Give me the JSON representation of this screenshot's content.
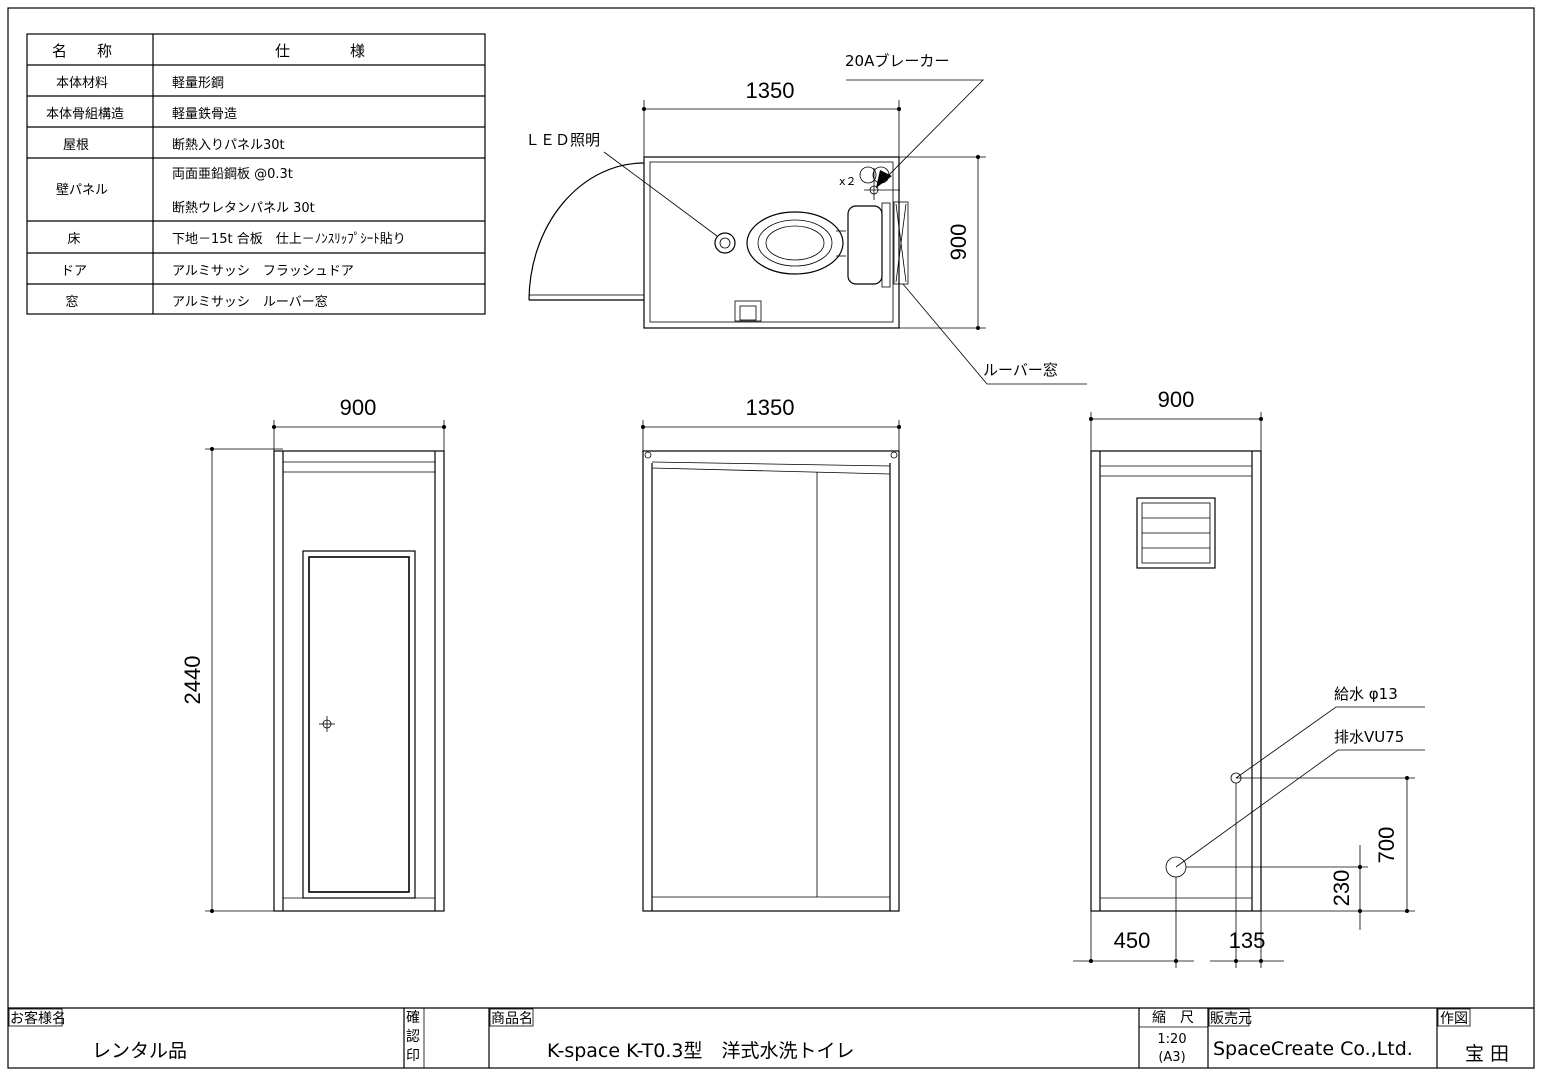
{
  "spec_table": {
    "header_name": "名　　称",
    "header_spec": "仕　　　　様",
    "rows": [
      {
        "name": "本体材料",
        "spec": [
          "軽量形鋼"
        ]
      },
      {
        "name": "本体骨組構造",
        "spec": [
          "軽量鉄骨造"
        ]
      },
      {
        "name": "屋根",
        "spec": [
          "断熱入りパネル30t"
        ]
      },
      {
        "name": "壁パネル",
        "spec": [
          "両面亜鉛鋼板 @0.3t",
          "断熱ウレタンパネル 30t"
        ]
      },
      {
        "name": "床",
        "spec": [
          "下地－15t 合板　仕上－ﾉﾝｽﾘｯﾌﾟｼｰﾄ貼り"
        ]
      },
      {
        "name": "ドア",
        "spec": [
          "アルミサッシ　フラッシュドア"
        ]
      },
      {
        "name": "窓",
        "spec": [
          "アルミサッシ　ルーバー窓"
        ]
      }
    ]
  },
  "plan": {
    "width_dim": "1350",
    "depth_dim": "900",
    "breaker_label": "20Aブレーカー",
    "led_label": "ＬＥＤ照明",
    "louver_label": "ルーバー窓",
    "x2_label": "x２"
  },
  "front": {
    "width_dim": "900",
    "height_dim": "2440"
  },
  "side": {
    "width_dim": "1350"
  },
  "back": {
    "width_dim": "900",
    "supply_label": "給水 φ13",
    "drain_label": "排水VU75",
    "dim_700": "700",
    "dim_230": "230",
    "dim_450": "450",
    "dim_135": "135"
  },
  "title_block": {
    "customer_label": "お客様名",
    "customer_value": "レンタル品",
    "confirm_label": [
      "確",
      "認",
      "印"
    ],
    "product_label": "商品名",
    "product_value": "K-space K-T0.3型　洋式水洗トイレ",
    "scale_label": "縮　尺",
    "scale_value": "1:20",
    "paper_value": "(A3)",
    "seller_label": "販売元",
    "seller_value": "SpaceCreate Co.,Ltd.",
    "drawn_label": "作図",
    "drawn_value": "宝 田"
  }
}
